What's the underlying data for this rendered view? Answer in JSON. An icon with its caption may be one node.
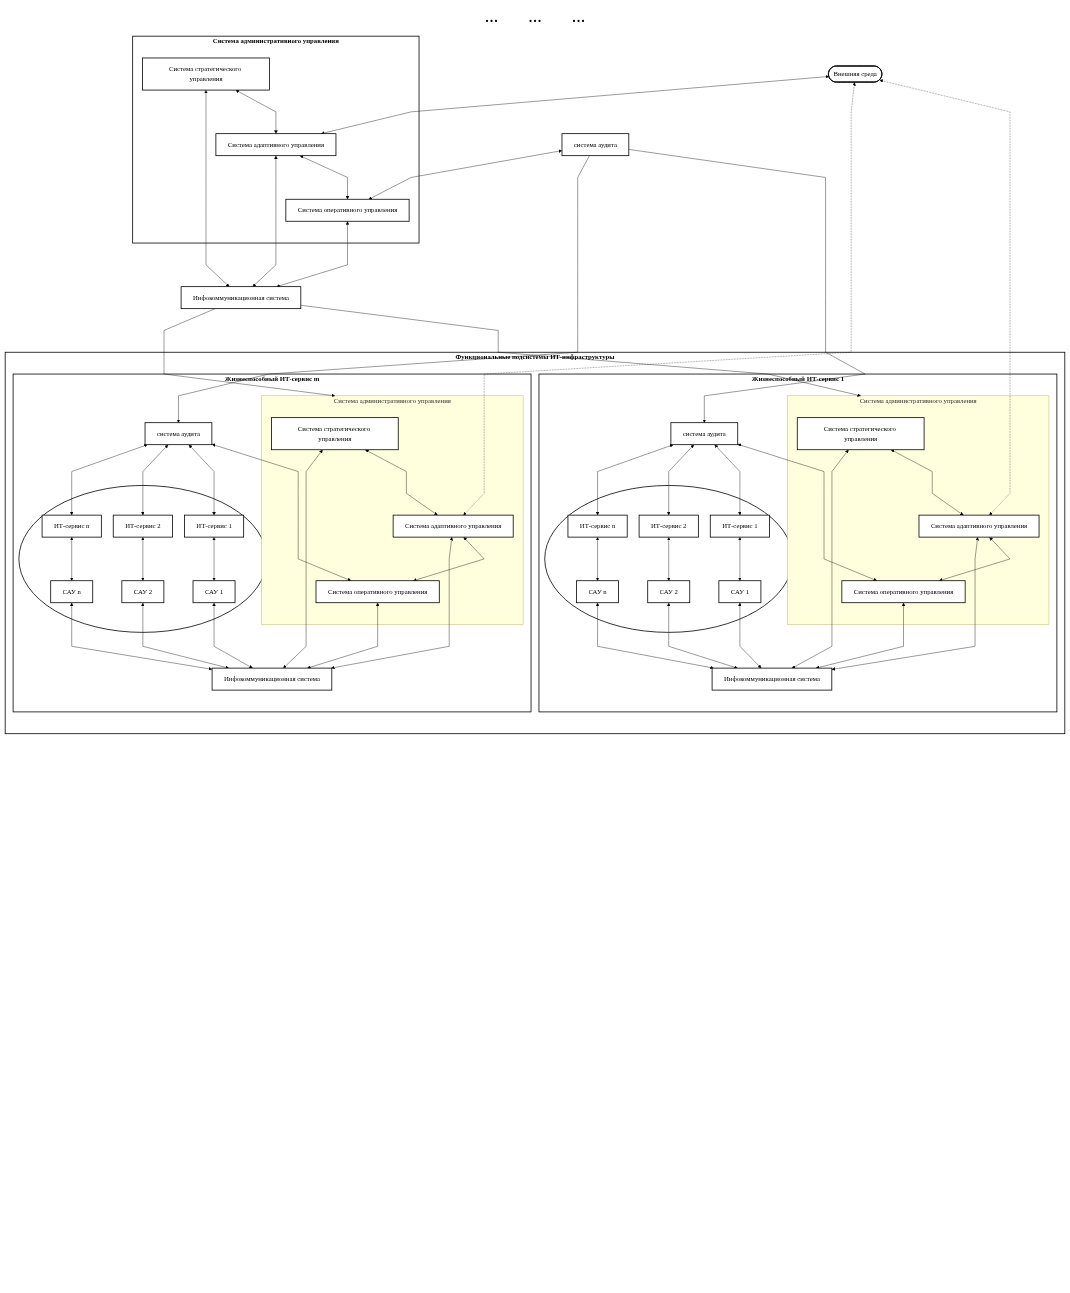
{
  "diagram": {
    "nodes": [
      {
        "text": [
          "Внешняя среда"
        ]
      },
      {
        "text": [
          "Система административного управления"
        ]
      },
      {
        "text": [
          "Система стратегического управления"
        ],
        "in": 1
      },
      {
        "text": [
          "Система адаптивного управления"
        ],
        "in": 1
      },
      {
        "text": [
          "Система оперативного управления"
        ],
        "in": 1
      },
      {
        "text": [
          "система аудита"
        ]
      },
      {
        "text": [
          "Инфокоммуникационная система"
        ]
      },
      {
        "text": [
          "Функциональные подсистемы ИТ-инфраструктуры"
        ]
      },
      {
        "text": [
          "Жизнеспособный ИТ-сервис 1"
        ],
        "in": 7
      },
      {
        "text": [
          "Система административного управления"
        ],
        "in": 8
      },
      {
        "text": [
          "Система стратегического управления"
        ],
        "in": 9
      },
      {
        "text": [
          "Система адаптивного управления"
        ],
        "in": 9
      },
      {
        "text": [
          "Система оперативного управления"
        ],
        "in": 9
      },
      {
        "text": [
          "система аудита"
        ],
        "in": 8
      },
      {
        "text": [
          "Инфокоммуникационная система"
        ],
        "in": 8
      },
      {
        "text": [],
        "shape": "circle",
        "in": 8
      },
      {
        "text": [
          "ИТ-сервис 1"
        ],
        "in": 15
      },
      {
        "text": [
          "ИТ-сервис 2"
        ],
        "in": 15
      },
      {
        "text": [
          "ИТ-сервис n"
        ],
        "in": 15
      },
      {
        "text": [
          "САУ 1"
        ],
        "in": 15
      },
      {
        "text": [
          "САУ 2"
        ],
        "in": 15
      },
      {
        "text": [
          "САУ n"
        ],
        "in": 15
      },
      {
        "text": [
          "Жизнеспособный ИТ-сервис m"
        ],
        "in": 7
      },
      {
        "text": [
          "Система административного управления"
        ],
        "in": 22
      },
      {
        "text": [
          "Система стратегического управления"
        ],
        "in": 23
      },
      {
        "text": [
          "Система адаптивного управления"
        ],
        "in": 23
      },
      {
        "text": [
          "Система оперативного управления"
        ],
        "in": 23
      },
      {
        "text": [
          "система аудита"
        ],
        "in": 22
      },
      {
        "text": [
          "Инфокоммуникационная система"
        ],
        "in": 22
      },
      {
        "text": [],
        "shape": "circle",
        "in": 22
      },
      {
        "text": [
          "ИТ-сервис 1"
        ],
        "in": 29
      },
      {
        "text": [
          "ИТ-сервис 2"
        ],
        "in": 29
      },
      {
        "text": [
          "ИТ-сервис n"
        ],
        "in": 29
      },
      {
        "text": [
          "САУ 1"
        ],
        "in": 29
      },
      {
        "text": [
          "САУ 2"
        ],
        "in": 29
      },
      {
        "text": [
          "САУ n"
        ],
        "in": 29
      }
    ],
    "edges": [
      {
        "from": 0,
        "to": 3,
        "arrow": "both"
      },
      {
        "from": 2,
        "to": 3,
        "arrow": "both"
      },
      {
        "from": 3,
        "to": 4,
        "arrow": "both"
      },
      {
        "from": 5,
        "to": 4,
        "arrow": "both"
      },
      {
        "from": 2,
        "to": 6,
        "arrow": "both"
      },
      {
        "from": 3,
        "to": 6,
        "arrow": "both"
      },
      {
        "from": 4,
        "to": 6,
        "arrow": "both"
      },
      {
        "from": 0,
        "to": 11,
        "arrow": "both",
        "style": "dashed"
      },
      {
        "from": 5,
        "to": 13,
        "arrow": "to"
      },
      {
        "from": 6,
        "to": 9,
        "arrow": "to"
      },
      {
        "from": 10,
        "to": 11,
        "arrow": "both"
      },
      {
        "from": 11,
        "to": 12,
        "arrow": "both"
      },
      {
        "from": 13,
        "to": 12,
        "arrow": "both"
      },
      {
        "from": 10,
        "to": 14,
        "arrow": "both"
      },
      {
        "from": 11,
        "to": 14,
        "arrow": "both"
      },
      {
        "from": 12,
        "to": 14,
        "arrow": "both"
      },
      {
        "from": 13,
        "to": 16,
        "arrow": "both"
      },
      {
        "from": 13,
        "to": 17,
        "arrow": "both"
      },
      {
        "from": 13,
        "to": 18,
        "arrow": "both"
      },
      {
        "from": 16,
        "to": 19,
        "arrow": "both"
      },
      {
        "from": 17,
        "to": 20,
        "arrow": "both"
      },
      {
        "from": 18,
        "to": 21,
        "arrow": "both"
      },
      {
        "from": 19,
        "to": 14,
        "arrow": "both"
      },
      {
        "from": 20,
        "to": 14,
        "arrow": "both"
      },
      {
        "from": 21,
        "to": 14,
        "arrow": "both"
      },
      {
        "from": 0,
        "to": 25,
        "arrow": "both",
        "style": "dashed"
      },
      {
        "from": 5,
        "to": 27,
        "arrow": "to"
      },
      {
        "from": 6,
        "to": 23,
        "arrow": "to"
      },
      {
        "from": 24,
        "to": 25,
        "arrow": "both"
      },
      {
        "from": 25,
        "to": 26,
        "arrow": "both"
      },
      {
        "from": 27,
        "to": 26,
        "arrow": "both"
      },
      {
        "from": 24,
        "to": 28,
        "arrow": "both"
      },
      {
        "from": 25,
        "to": 28,
        "arrow": "both"
      },
      {
        "from": 26,
        "to": 28,
        "arrow": "both"
      },
      {
        "from": 27,
        "to": 30,
        "arrow": "both"
      },
      {
        "from": 27,
        "to": 31,
        "arrow": "both"
      },
      {
        "from": 27,
        "to": 32,
        "arrow": "both"
      },
      {
        "from": 30,
        "to": 33,
        "arrow": "both"
      },
      {
        "from": 31,
        "to": 34,
        "arrow": "both"
      },
      {
        "from": 32,
        "to": 35,
        "arrow": "both"
      },
      {
        "from": 33,
        "to": 28,
        "arrow": "both"
      },
      {
        "from": 34,
        "to": 28,
        "arrow": "both"
      },
      {
        "from": 35,
        "to": 28,
        "arrow": "both"
      }
    ],
    "labels": [
      "...",
      "...",
      "..."
    ]
  }
}
